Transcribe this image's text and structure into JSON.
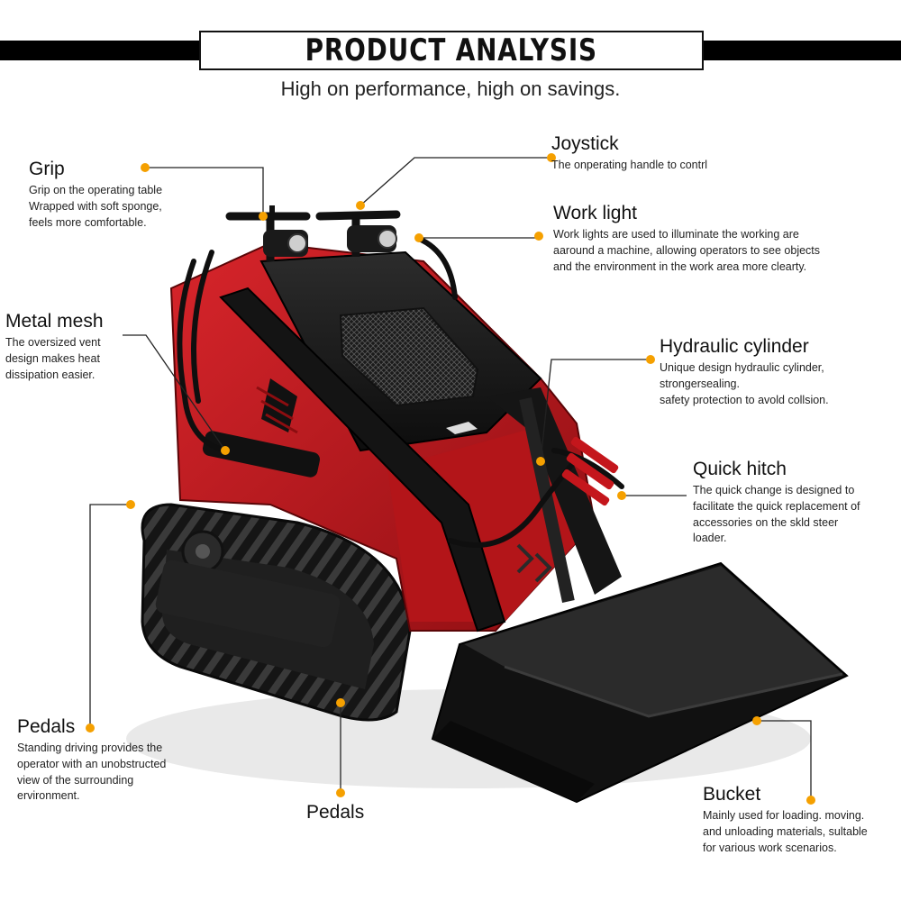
{
  "header": {
    "title": "PRODUCT ANALYSIS",
    "subtitle": "High on performance, high on savings."
  },
  "colors": {
    "accent": "#f5a000",
    "machine_red": "#c4161c",
    "machine_black": "#1a1a1a"
  },
  "callouts": {
    "grip": {
      "title": "Grip",
      "lines": [
        "Grip on the operating table",
        "Wrapped with soft sponge,",
        "feels more comfortable."
      ]
    },
    "joystick": {
      "title": "Joystick",
      "lines": [
        "The onperating handle to contrl"
      ]
    },
    "work_light": {
      "title": "Work light",
      "lines": [
        "Work lights are used to illuminate the working are",
        "aaround a machine, allowing operators to see objects",
        "and the environment in the work area more clearty."
      ]
    },
    "metal_mesh": {
      "title": "Metal mesh",
      "lines": [
        "The oversized vent",
        "design makes heat",
        "dissipation easier."
      ]
    },
    "hydraulic_cylinder": {
      "title": "Hydraulic cylinder",
      "lines": [
        "Unique design hydraulic cylinder,",
        "strongersealing.",
        "safety protection to avold collsion."
      ]
    },
    "quick_hitch": {
      "title": "Quick hitch",
      "lines": [
        "The quick change is designed to",
        "facilitate the quick replacement of",
        "accessories on the skld steer",
        "loader."
      ]
    },
    "pedals_left": {
      "title": "Pedals",
      "lines": [
        "Standing driving provides the",
        "operator with an unobstructed",
        "view of the surrounding",
        "ervironment."
      ]
    },
    "pedals_bottom": {
      "title": "Pedals",
      "lines": []
    },
    "bucket": {
      "title": "Bucket",
      "lines": [
        "Mainly used for loading. moving.",
        "and unloading materials, sultable",
        "for various work scenarios."
      ]
    }
  }
}
